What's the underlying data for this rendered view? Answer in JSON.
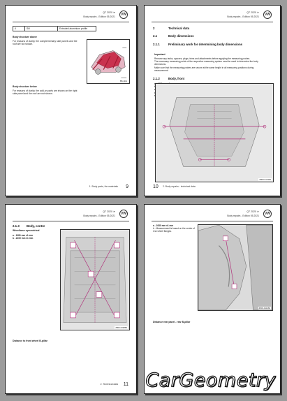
{
  "header": {
    "line1": "Q7 2020 ➤",
    "line2": "Body repairs - Edition 05.2021",
    "vw_mark": "VW"
  },
  "page1": {
    "table": {
      "num": "4",
      "part": "Sill",
      "mat": "Extruded aluminium profile"
    },
    "body_above_title": "Body structure above",
    "body_above_text": "For reasons of clarity, the complementary side panels and the roof are not shown.",
    "body_below_title": "Body structure below",
    "body_below_text": "For reasons of clarity, the add-on parts are shown on the right side panel and the roof are not shown.",
    "fig_id": "B8-1111",
    "footer": "1. Body parts, the materials",
    "page_number": "9"
  },
  "page2": {
    "chapter_num": "2",
    "chapter_title": "Technical data",
    "sec_21_num": "2.1",
    "sec_21_title": "Body dimensions",
    "sec_211_num": "2.1.1",
    "sec_211_title": "Preliminary work for determining body dimensions",
    "important": "Important",
    "bullets": [
      "Remove any tanks, spacers, plugs, trims and attachments before applying the measuring probes.",
      "The necessary measuring points of the respective measuring system must be used to determine the body dimensions.",
      "Make sure that the measuring probes are secure at the same height in all measuring positions during measurement."
    ],
    "sec_212_num": "2.1.2",
    "sec_212_title": "Body, front",
    "legend": [
      "a - 1080 mm ±1 mm",
      "b - 1490 mm ±1 mm",
      "c - 1080 mm ±1 mm",
      "d - 700 mm ±1 mm",
      "e - 390 mm ±1 mm"
    ],
    "fig_id": "Z803-012300",
    "footer": "2. Body repairs - technical data",
    "page_number": "10"
  },
  "page3": {
    "sec_num": "2.1.3",
    "sec_title": "Body, centre",
    "subtitle": "Wheelbase symmetrical",
    "legend": [
      "a - 1080 mm ±1 mm",
      "b - 2100 mm ±1 mm"
    ],
    "fig_id": "Z803-009880",
    "note": "Distance to front wheel B-pillar",
    "footer": "2. Technical data",
    "page_number": "11"
  },
  "page4": {
    "legend": [
      "a - 1080 mm ±1 mm",
      "b - Measurement is based on the centre of rear wheel flanges."
    ],
    "fig_id": "Z803-011460",
    "note": "Distance rear panel - rear B-pillar"
  },
  "brand": {
    "logo_text": "CarGeometry"
  }
}
